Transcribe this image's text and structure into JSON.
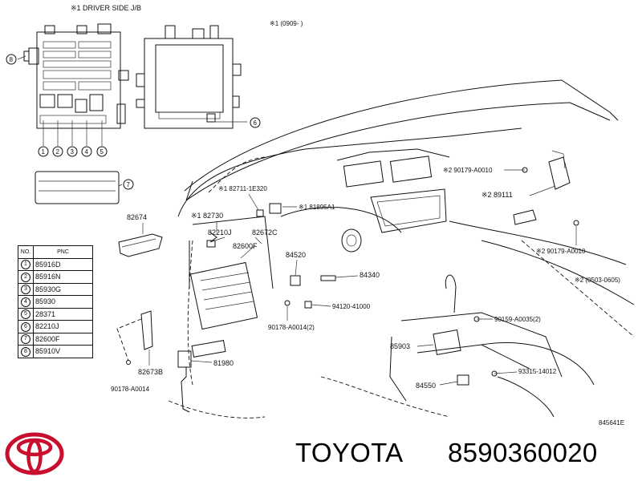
{
  "header": {
    "driver_jb": "※1 DRIVER SIDE J/B",
    "note_0909": "※1  (0909-        )"
  },
  "callouts": {
    "c1": "1",
    "c2": "2",
    "c3": "3",
    "c4": "4",
    "c5": "5",
    "c6": "6",
    "c7": "7",
    "c8": "8"
  },
  "labels": {
    "p82674": "82674",
    "p82730": "※1  82730",
    "p82711": "※1  82711-1E320",
    "p81895": "※1  81895A1",
    "p82210j": "82210J",
    "p82672c": "82672C",
    "p82600f": "82600F",
    "p84520": "84520",
    "p84340": "84340",
    "p94120": "94120-41000",
    "p90178_2": "90178-A0014(2)",
    "p82673b": "82673B",
    "p81980": "81980",
    "p90178": "90178-A0014",
    "p90179a": "※2  90179-A0010",
    "p89111": "※2  89111",
    "p90179b": "※2  90179-A0010",
    "p0503": "※2  (0503-0605)",
    "p90159": "90159-A0035(2)",
    "p85903": "85903",
    "p93315": "93315-14012",
    "p84550": "84550",
    "ref": "845641E"
  },
  "table": {
    "header_no": "NO.",
    "header_pnc": "PNC",
    "rows": [
      {
        "no": "1",
        "pnc": "85916D"
      },
      {
        "no": "2",
        "pnc": "85916N"
      },
      {
        "no": "3",
        "pnc": "85930G"
      },
      {
        "no": "4",
        "pnc": "85930"
      },
      {
        "no": "5",
        "pnc": "28371"
      },
      {
        "no": "6",
        "pnc": "82210J"
      },
      {
        "no": "7",
        "pnc": "82600F"
      },
      {
        "no": "8",
        "pnc": "85910V"
      }
    ]
  },
  "footer": {
    "brand": "TOYOTA",
    "part_number": "8590360020",
    "logo_icon": "toyota-logo-icon"
  }
}
